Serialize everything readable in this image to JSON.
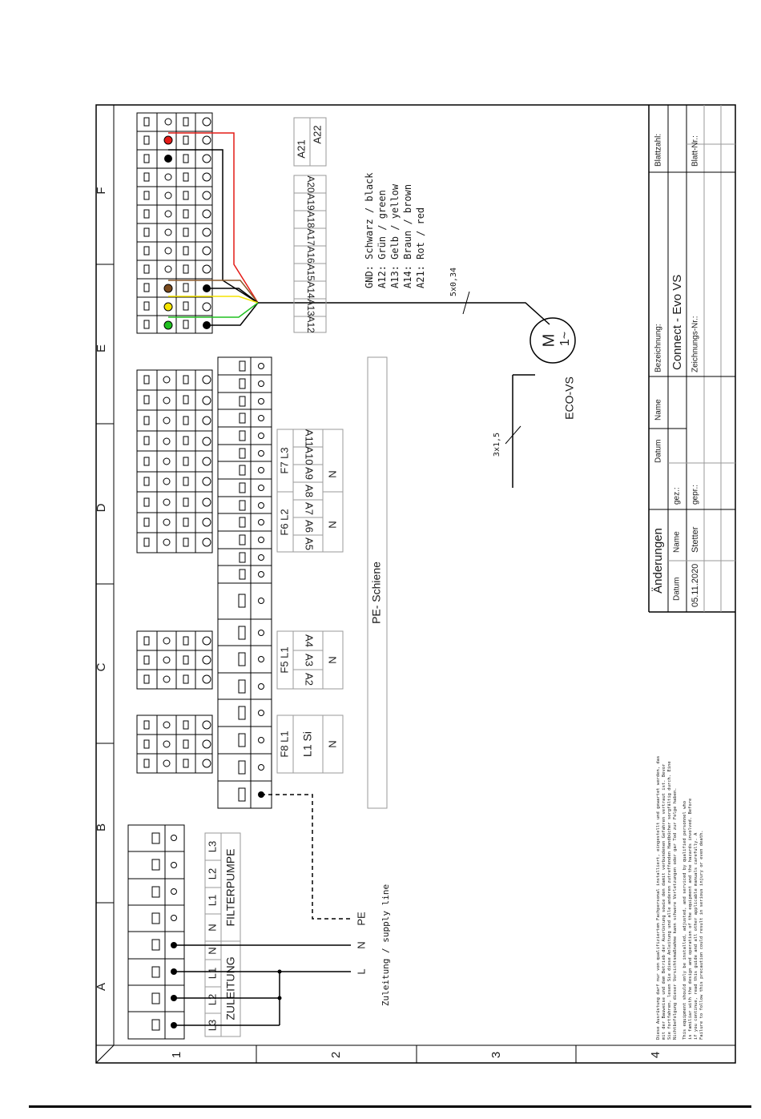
{
  "frame": {
    "columns": [
      "A",
      "B",
      "C",
      "D",
      "E",
      "F"
    ],
    "rows": [
      "1",
      "2",
      "3",
      "4"
    ]
  },
  "supply_block": {
    "labels_top": [
      "L3",
      "L2",
      "L1",
      "N"
    ],
    "labels_pump": [
      "N",
      "L1",
      "L2",
      "L3"
    ],
    "zuleitung": "ZULEITUNG",
    "filterpumpe": "FILTERPUMPE"
  },
  "supply_wires": {
    "L": "L",
    "N": "N",
    "PE": "PE",
    "caption": "Zuleitung / supply line"
  },
  "fuses": {
    "f8": "F8 L1",
    "l1si": "L1 Si",
    "n1": "N",
    "f5": "F5 L1",
    "a2": "A2",
    "a3": "A3",
    "a4": "A4",
    "n2": "N",
    "f6": "F6 L2",
    "f7": "F7 L3",
    "a5": "A5",
    "a6": "A6",
    "a7": "A7",
    "a8": "A8",
    "a9": "A9",
    "a10": "A10",
    "a11": "A11",
    "n3": "N",
    "n4": "N"
  },
  "pe_rail": "PE- Schiene",
  "relays": [
    "A12",
    "A13",
    "A14",
    "A15",
    "A16",
    "A17",
    "A18",
    "A19",
    "A20"
  ],
  "relays_top": [
    "A21",
    "A22"
  ],
  "legend": [
    "GND: Schwarz / black",
    "A12: Grün / green",
    "A13: Gelb / yellow",
    "A14: Braun / brown",
    "A21: Rot / red"
  ],
  "cables": {
    "signal": "5x0,34",
    "power": "3x1,5"
  },
  "motor": {
    "symbol": "M",
    "phase": "1~",
    "label": "ECO-VS"
  },
  "warnings": {
    "de": [
      "Diese Ausrüstung darf nur von qualifiziertem Fachpersonal installiert, eingestellt und gewartet werden, das",
      "mit der Bauweise und dem Betrieb der Ausrüstung sowie den damit verbundenen Gefahren vertraut ist. Bevor",
      "Sie fortfahren, lesen Sie diese Anleitung und alle anderen zutreffenden Handbücher sorgfältig durch. Eine",
      "Nichtbefolgung dieser Vorsichtsmaßnahme kann schwere Verletzungen oder gar Tod zur Folge haben."
    ],
    "en": [
      "This equipment should only be installed, adjusted, and serviced by qualified personnel who",
      "is familiar with the design and operation of the equipment and the hazards involved. Before",
      "if you continue, read this guide and all other applicable manuals carefully. A",
      "Failure to follow this precaution could result in serious injury or even death."
    ]
  },
  "title_block": {
    "aenderungen": "Änderungen",
    "datum_h": "Datum",
    "name_h": "Name",
    "datum_row": "05.11.2020",
    "name_row": "Stetter",
    "gez": "gez.:",
    "gepr": "gepr.:",
    "datum_col": "Datum",
    "name_col": "Name",
    "bezeichnung_label": "Bezeichnung:",
    "bezeichnung_value": "Connect - Evo VS",
    "zeichnungs_nr": "Zeichnungs-Nr.:",
    "blattzahl": "Blattzahl:",
    "blatt_nr": "Blatt-Nr.:"
  }
}
